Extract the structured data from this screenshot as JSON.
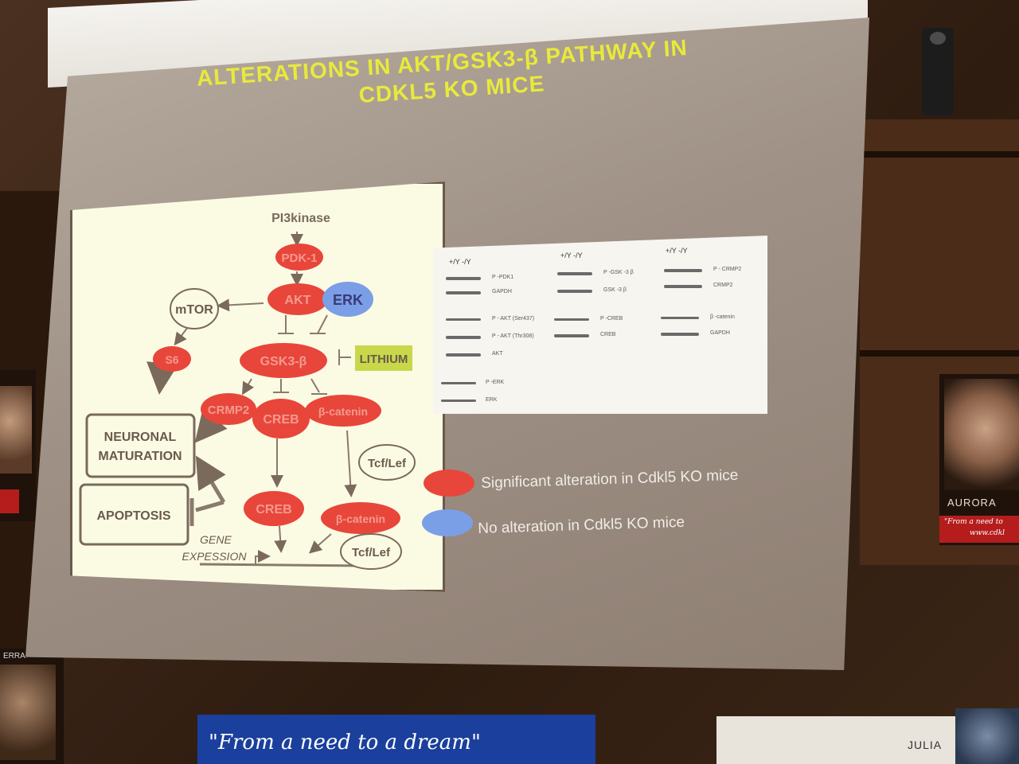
{
  "slide": {
    "title_line1": "ALTERATIONS IN AKT/GSK3-β PATHWAY IN",
    "title_line2": "CDKL5 KO MICE"
  },
  "diagram": {
    "pi3kinase": "PI3kinase",
    "pdk1": "PDK-1",
    "akt": "AKT",
    "erk": "ERK",
    "mtor": "mTOR",
    "s6": "S6",
    "gsk3b": "GSK3-β",
    "lithium": "LITHIUM",
    "crmp2": "CRMP2",
    "creb_top": "CREB",
    "bcatenin_top": "β-catenin",
    "neuronal_maturation_1": "NEURONAL",
    "neuronal_maturation_2": "MATURATION",
    "apoptosis": "APOPTOSIS",
    "tcf_lef_top": "Tcf/Lef",
    "creb_bottom": "CREB",
    "bcatenin_bottom": "β-catenin",
    "tcf_lef_bottom": "Tcf/Lef",
    "gene_expression_1": "GENE",
    "gene_expression_2": "EXPESSION"
  },
  "blots": {
    "col1_header": "+/Y  -/Y",
    "col2_header": "+/Y  -/Y",
    "col3_header": "+/Y  -/Y",
    "col1": [
      "P -PDK1",
      "GAPDH",
      "P - AKT (Ser437)",
      "P - AKT (Thr308)",
      "AKT",
      "P -ERK",
      "ERK"
    ],
    "col2": [
      "P -GSK  -3 β",
      "GSK  -3 β",
      "P -CREB",
      "CREB"
    ],
    "col3": [
      "P - CRMP2",
      "CRMP2",
      "β -catenin",
      "GAPDH"
    ]
  },
  "legend": {
    "significant": "Significant alteration in Cdkl5 KO mice",
    "none": "No alteration in Cdkl5 KO mice",
    "colors": {
      "significant": "#e8463a",
      "none": "#7b9fe6"
    }
  },
  "room": {
    "right_photo_caption": "AURORA",
    "right_photo_strip_1": "\"From a need to",
    "right_photo_strip_2": "www.cdkl",
    "banner_text": "\"From a need to a dream\"",
    "bottom_right_name": "JULIA",
    "bottom_left_label": "ERRA"
  }
}
